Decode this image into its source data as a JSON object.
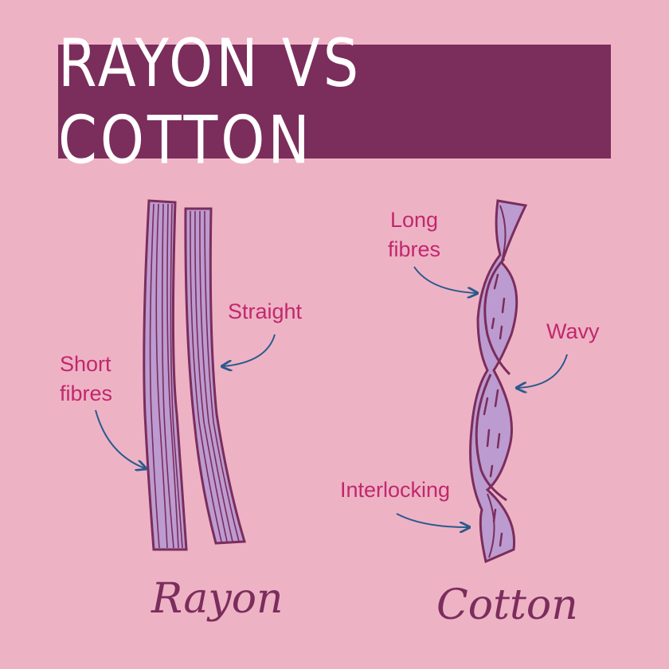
{
  "title": "RAYON VS COTTON",
  "rayon": {
    "name": "Rayon",
    "labels": {
      "straight": "Straight",
      "short_line1": "Short",
      "short_line2": "fibres"
    }
  },
  "cotton": {
    "name": "Cotton",
    "labels": {
      "long_line1": "Long",
      "long_line2": "fibres",
      "wavy": "Wavy",
      "interlocking": "Interlocking"
    }
  },
  "colors": {
    "background": "#eeb2c5",
    "banner": "#7b2d5c",
    "fibre_fill": "#bc9bd0",
    "fibre_stroke": "#7b2d5c",
    "label_text": "#c0286c",
    "arrow": "#2a5a8c"
  }
}
